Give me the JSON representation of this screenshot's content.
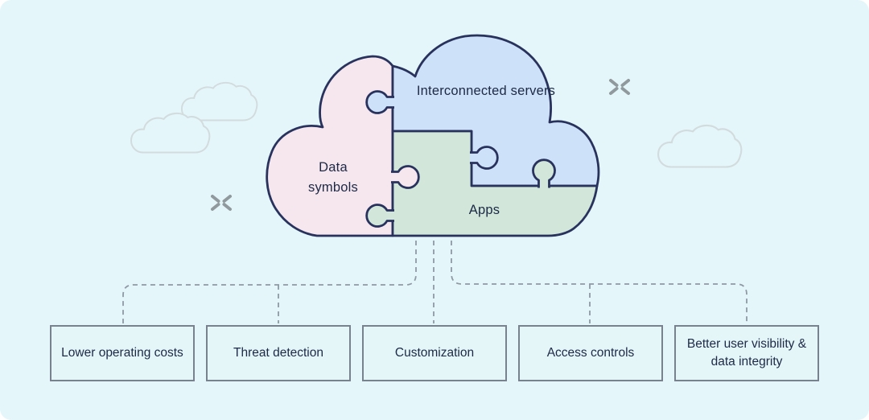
{
  "cloud": {
    "pieces": [
      {
        "id": "data-symbols",
        "label": "Data symbols",
        "color": "#f6e7ef"
      },
      {
        "id": "interconnected-servers",
        "label": "Interconnected servers",
        "color": "#cde1f8"
      },
      {
        "id": "apps",
        "label": "Apps",
        "color": "#d2e7da"
      }
    ],
    "outline_color": "#28325c"
  },
  "benefit_boxes": [
    {
      "label": "Lower operating costs"
    },
    {
      "label": "Threat detection"
    },
    {
      "label": "Customization"
    },
    {
      "label": "Access controls"
    },
    {
      "label": "Better user visibility & data integrity"
    }
  ],
  "style": {
    "background_color": "#e4f6f9",
    "text_color": "#1d2946",
    "connector_color": "#8e99a4",
    "box_border_color": "#78828f",
    "decor_cloud_outline_color": "#d2dbde",
    "sparkle_color": "#8f999e"
  }
}
